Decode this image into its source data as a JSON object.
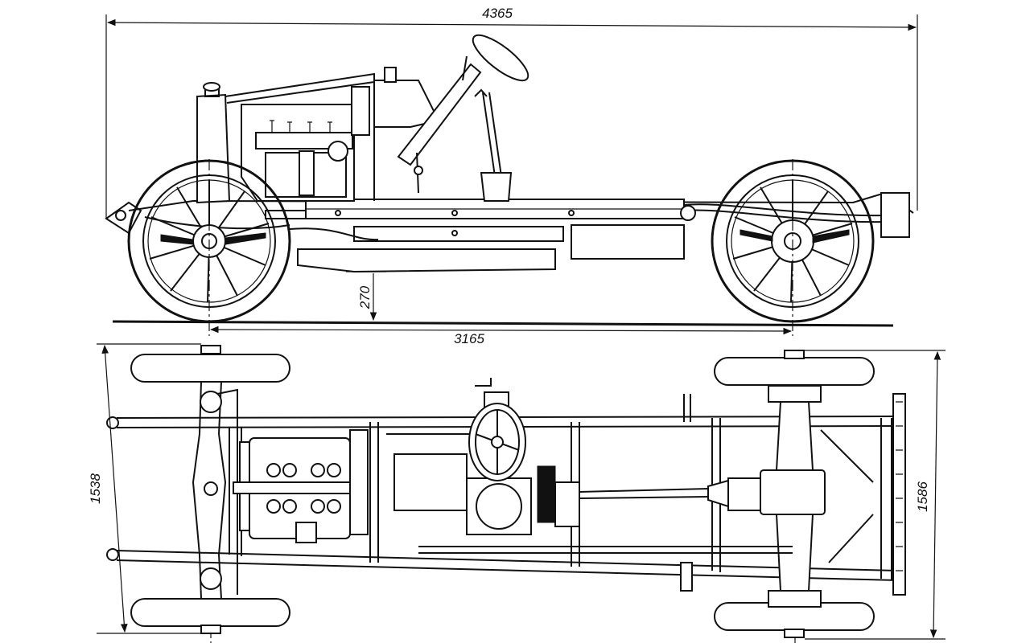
{
  "dimensions": {
    "overall_length": "4365",
    "wheelbase": "3165",
    "ground_clearance": "270",
    "front_track": "1538",
    "rear_track": "1586"
  },
  "views": [
    "side-view",
    "top-view"
  ]
}
